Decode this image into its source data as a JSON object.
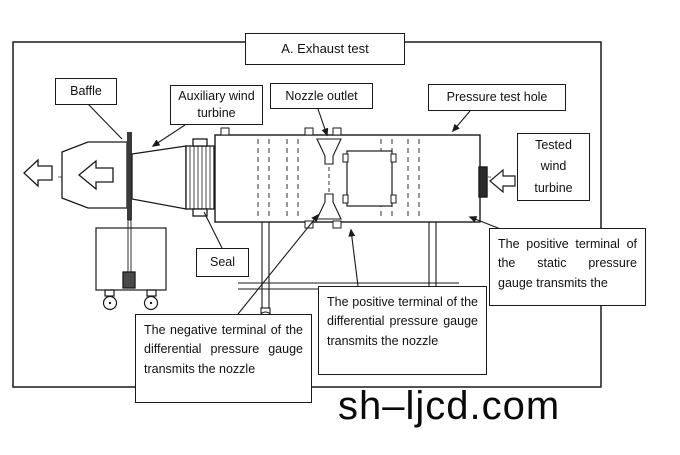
{
  "diagram": {
    "title": "A. Exhaust test",
    "watermark": "sh–ljcd.com"
  },
  "labels": {
    "baffle": "Baffle",
    "auxiliary_wind_turbine": "Auxiliary wind turbine",
    "nozzle_outlet": "Nozzle outlet",
    "pressure_test_hole": "Pressure test hole",
    "tested_wind_turbine": "Tested wind turbine",
    "seal": "Seal",
    "negative_terminal_note": "The negative terminal of the differential pressure gauge transmits the nozzle",
    "positive_terminal_diff_note": "The positive terminal of the differential pressure gauge transmits the nozzle",
    "positive_terminal_static_note": "The positive terminal of the static pressure gauge transmits the"
  },
  "colors": {
    "line": "#1a1a1a",
    "background": "#ffffff"
  }
}
